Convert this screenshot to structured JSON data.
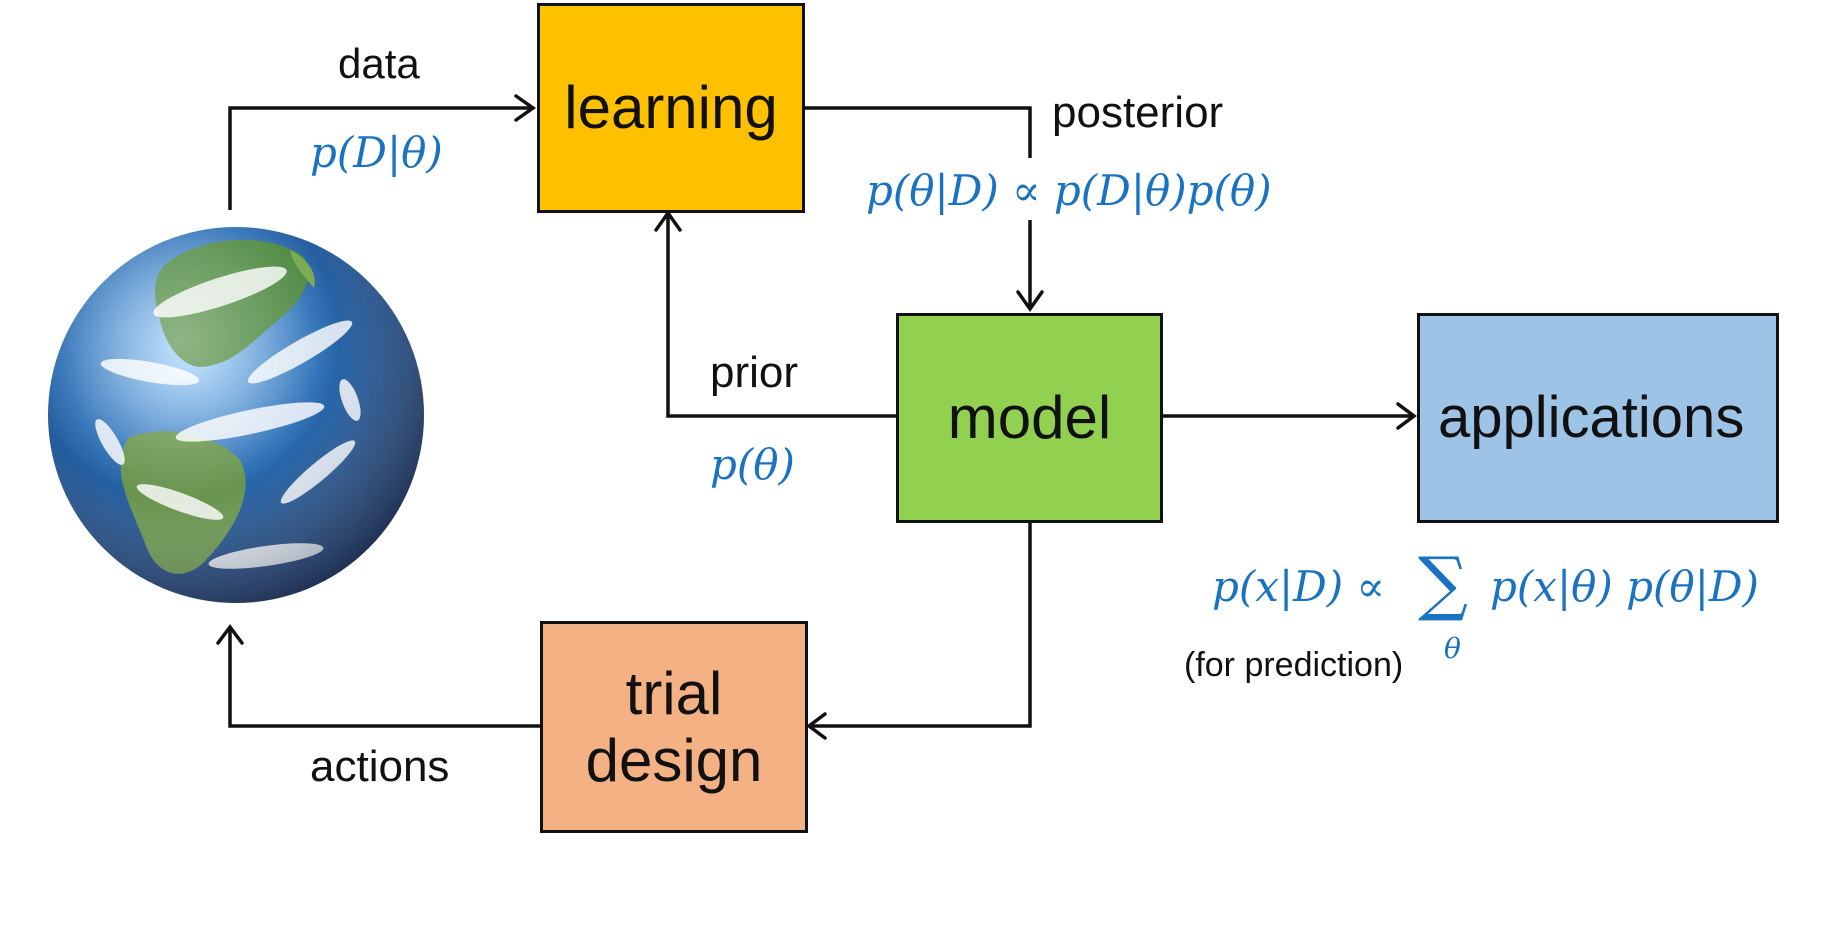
{
  "boxes": {
    "learning": {
      "label": "learning",
      "color": "#ffc000"
    },
    "model": {
      "label": "model",
      "color": "#92d050"
    },
    "applications": {
      "label": "applications",
      "color": "#9dc3e6"
    },
    "trial_design": {
      "line1": "trial",
      "line2": "design",
      "color": "#f4b183"
    }
  },
  "labels": {
    "data": "data",
    "posterior": "posterior",
    "prior": "prior",
    "actions": "actions",
    "for_prediction": "(for prediction)"
  },
  "formulas": {
    "likelihood": "p(D|θ)",
    "posterior": "p(θ|D) ∝ p(D|θ)p(θ)",
    "prior": "p(θ)",
    "prediction_left": "p(x|D) ∝",
    "prediction_sum": "∑",
    "prediction_sub": "θ",
    "prediction_right": "p(x|θ) p(θ|D)"
  },
  "colors": {
    "formula": "#1a72c2",
    "line": "#111111"
  },
  "icons": {
    "world": "earth-globe-icon"
  }
}
